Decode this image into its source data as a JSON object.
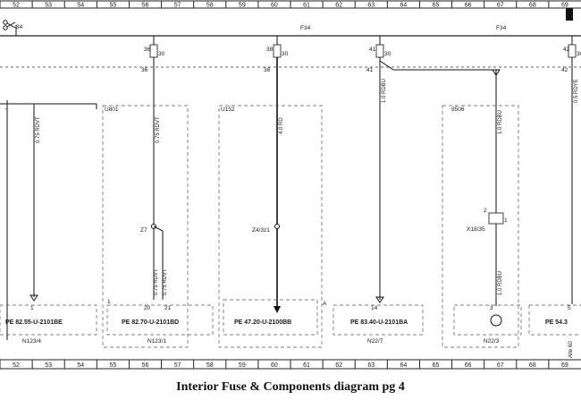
{
  "caption": "Interior Fuse & Components diagram pg 4",
  "ruler": {
    "top": [
      "52",
      "53",
      "54",
      "55",
      "56",
      "57",
      "58",
      "59",
      "60",
      "61",
      "62",
      "63",
      "64",
      "65",
      "66",
      "67",
      "68",
      "69"
    ],
    "bottom": [
      "52",
      "53",
      "54",
      "55",
      "56",
      "57",
      "58",
      "59",
      "60",
      "61",
      "62",
      "63",
      "64",
      "65",
      "66",
      "67",
      "68",
      "69"
    ]
  },
  "rails": {
    "left_ref": "34",
    "f34_a": "F34",
    "f34_b": "F34"
  },
  "fuse_pins": {
    "a_top": "36",
    "a_right": "30",
    "a_bottom": "36",
    "b_top": "38",
    "b_right": "30",
    "b_bottom": "38",
    "c_top": "41",
    "c_right": "30",
    "c_bottom": "41",
    "d_top": "42",
    "d_right": "30",
    "d_bottom": "42"
  },
  "modules": {
    "u801": "U801",
    "u152": "U152",
    "u9506": "9506"
  },
  "wires": {
    "w1": "0.75 RDVT",
    "w2": "0.75 RDVT",
    "w3": "4.0 RD",
    "w4": "1.0 RDBU",
    "w5": "1.0 RDBU",
    "w6": "0.5 RDYE",
    "w7": "0.75 RDVT",
    "w8": "0.75 RDVT",
    "w9": "1.0 RDBU"
  },
  "splices": {
    "z7": "Z7",
    "z4": "Z4/3z1",
    "x18": "X18/35",
    "x18_pin_l": "2",
    "x18_pin_r": "1"
  },
  "components": {
    "n123_4": {
      "pe": "PE 82.55-U-2101BE",
      "ref": "N123/4",
      "pin": "1"
    },
    "n123_1": {
      "pe": "PE 82.70-U-2101BD",
      "ref": "N123/1",
      "pin_l": "20",
      "pin_r": "21",
      "pin_x": "1"
    },
    "z100": {
      "pe": "PE 47.20-U-2100BB",
      "pin": "A"
    },
    "n22_7": {
      "pe": "PE 83.40-U-2101BA",
      "ref": "N22/7",
      "pin": "14"
    },
    "n22_3": {
      "ref": "N22/3",
      "pin": "3"
    },
    "n54": {
      "pe": "PE 54.3",
      "pin": "5"
    }
  },
  "right_tag": "Alte 60"
}
